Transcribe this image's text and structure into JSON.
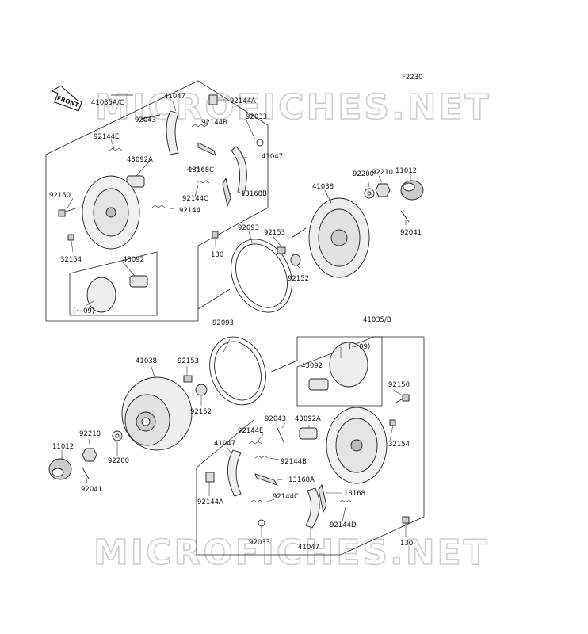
{
  "figure_code": "F2230",
  "watermark": "MICROFICHES.NET",
  "front_arrow_label": "FRONT",
  "labels_top": {
    "l41035ac": "41035A/C",
    "l41047a": "41047",
    "l92144a": "92144A",
    "l92043": "92043",
    "l92144b": "92144B",
    "l92033": "92033",
    "l92144e": "92144E",
    "l43092a": "43092A",
    "l41047b": "41047",
    "l13168c": "13168C",
    "l92144c": "92144C",
    "l13168b": "13168B",
    "l92144": "92144",
    "l92150": "92150",
    "l32154": "32154",
    "l130": "130",
    "l43092": "43092",
    "l09": "(~ 09)"
  },
  "labels_mid": {
    "l41038": "41038",
    "l92210": "92210",
    "l11012": "11012",
    "l92200": "92200",
    "l92041": "92041",
    "l92093": "92093",
    "l92153": "92153",
    "l92152": "92152"
  },
  "labels_bottom": {
    "l92093": "92093",
    "l41035b": "41035/B",
    "l41038": "41038",
    "l92153": "92153",
    "l09": "(~ 09)",
    "l43092": "43092",
    "l92150": "92150",
    "l92152": "92152",
    "l92043": "92043",
    "l43092a": "43092A",
    "l32154": "32154",
    "l92144e": "92144E",
    "l41047a": "41047",
    "l92144b": "92144B",
    "l92210": "92210",
    "l11012": "11012",
    "l13168a": "13168A",
    "l92200": "92200",
    "l92144a": "92144A",
    "l92041": "92041",
    "l92144c": "92144C",
    "l13168": "13168",
    "l92144d": "92144D",
    "l92033": "92033",
    "l130": "130",
    "l41047b": "41047"
  }
}
